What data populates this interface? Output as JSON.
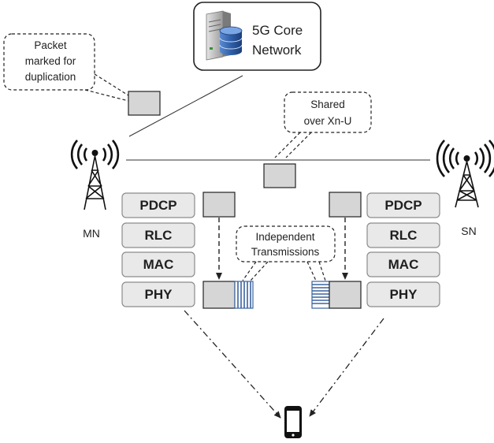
{
  "core": {
    "line1": "5G Core",
    "line2": "Network"
  },
  "callouts": {
    "duplication": [
      "Packet",
      "marked for",
      "duplication"
    ],
    "xn": [
      "Shared",
      "over Xn-U"
    ],
    "independent": [
      "Independent",
      "Transmissions"
    ]
  },
  "nodes": {
    "mn": "MN",
    "sn": "SN"
  },
  "stack": [
    "PDCP",
    "RLC",
    "MAC",
    "PHY"
  ],
  "colors": {
    "layer_fill": "#e9e9e9",
    "layer_border": "#8c8c8c",
    "packet_fill": "#d6d6d6",
    "stripe": "#3a64a0",
    "line": "#222222"
  }
}
